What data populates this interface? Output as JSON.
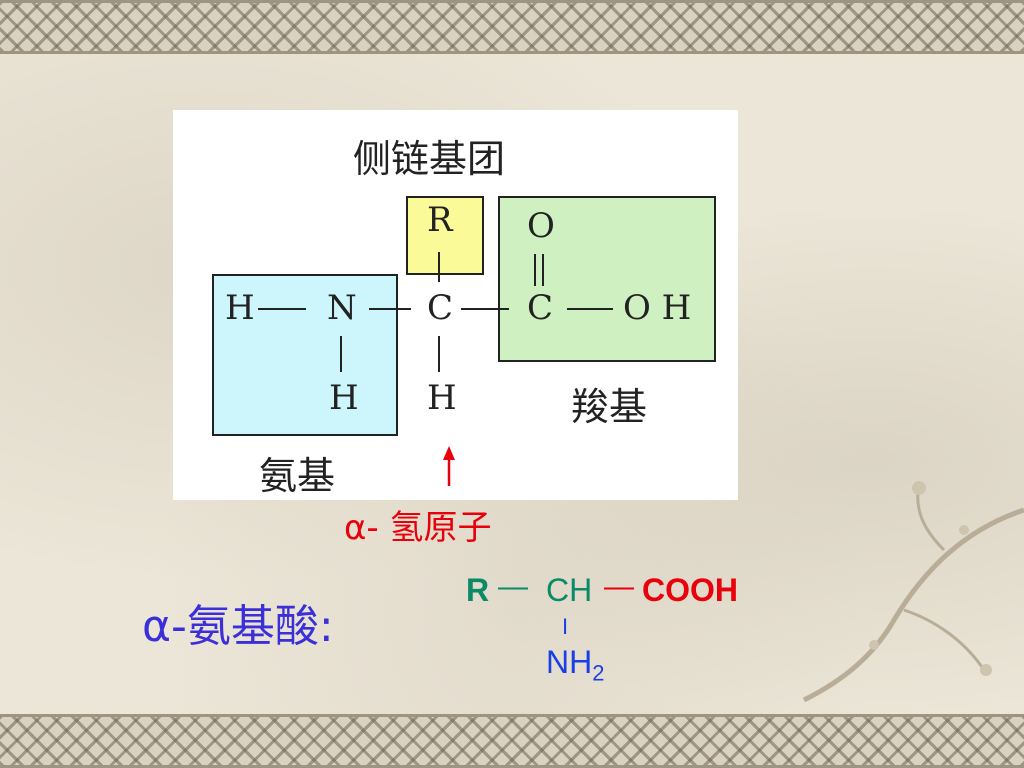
{
  "diagram": {
    "title": "侧链基团",
    "amino_label": "氨基",
    "carboxyl_label": "羧基",
    "atoms": {
      "h_left": "H",
      "n": "N",
      "h_below_n": "H",
      "c_center": "C",
      "r": "R",
      "h_below_c": "H",
      "o_top": "O",
      "c_carboxyl": "C",
      "oh": "O H"
    },
    "colors": {
      "amino_box": "#ccf6fb",
      "r_box": "#fafa99",
      "carboxyl_box": "#cff0c0"
    }
  },
  "alpha_h_label": "α- 氢原子",
  "amino_acid_label": "α-氨基酸:",
  "formula": {
    "r": "R",
    "dash1": "—",
    "ch": "CH",
    "dash2": "—",
    "cooh": "COOH",
    "bond": "I",
    "nh": "NH",
    "sub": "2"
  }
}
